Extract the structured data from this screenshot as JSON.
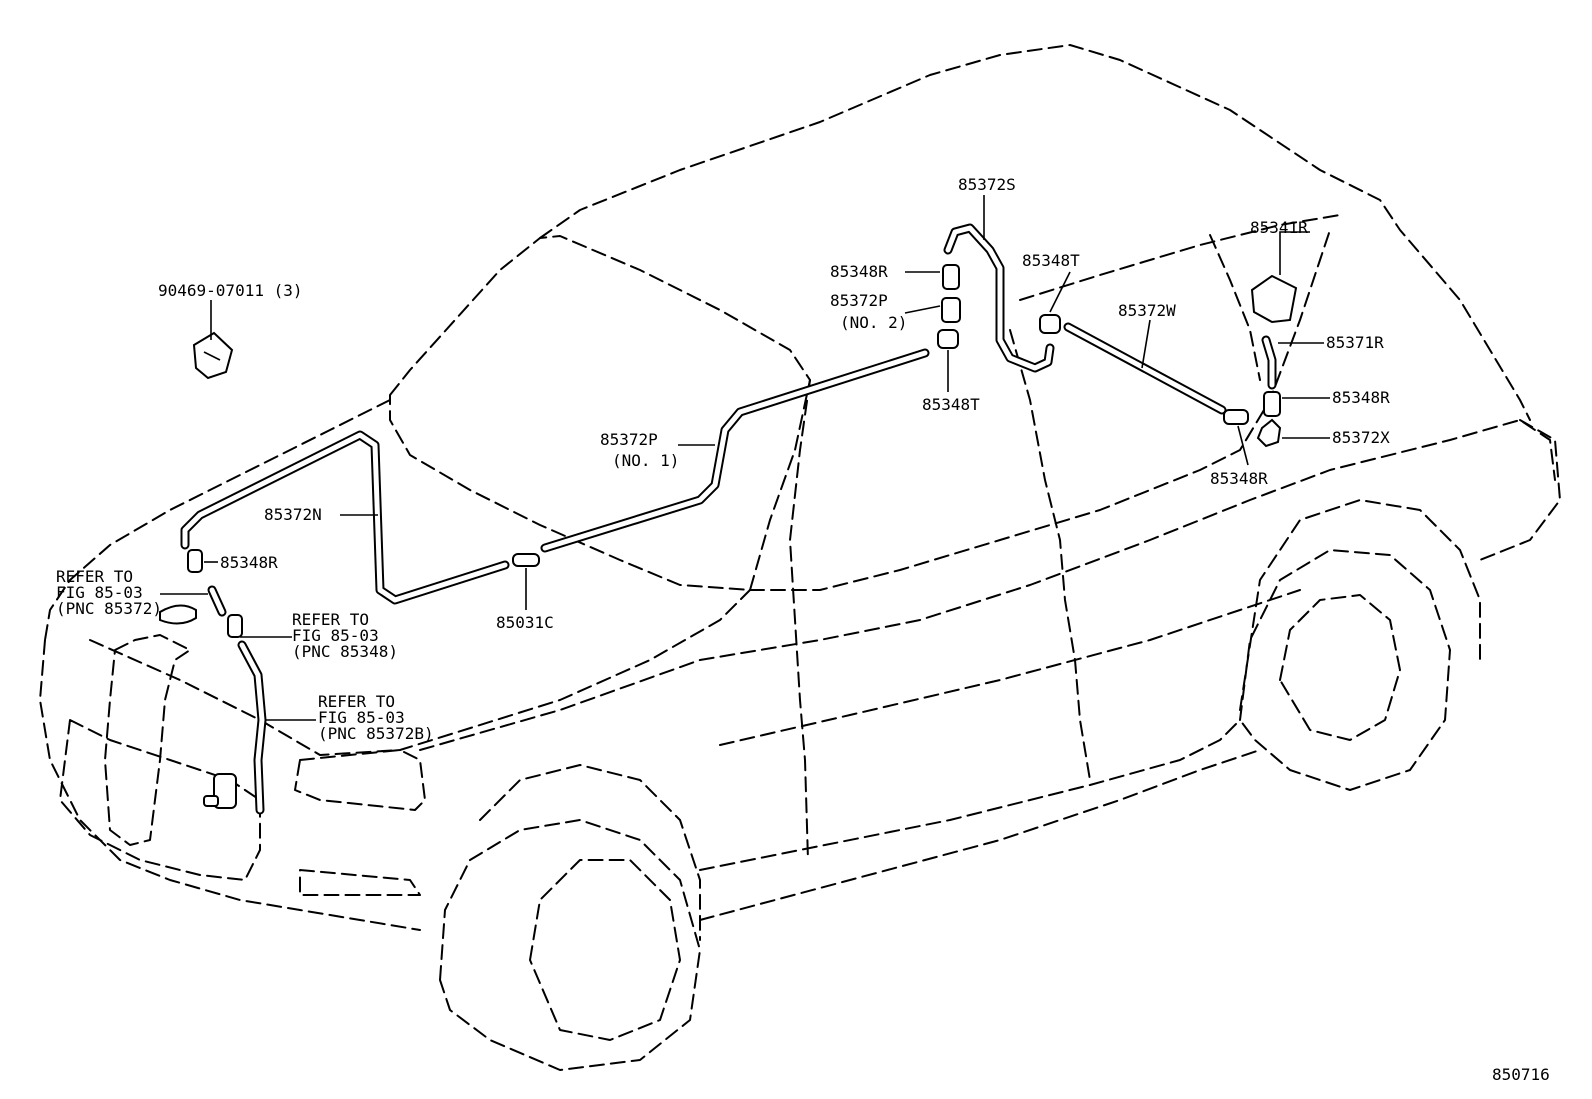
{
  "diagram": {
    "drawing_number": "850716",
    "labels": {
      "clip": "90469-07011 (3)",
      "hose_s": "85372S",
      "valve_r_top": "85348R",
      "hose_p2_a": "85372P",
      "hose_p2_b": "(NO. 2)",
      "valve_t_lower": "85348T",
      "valve_t_upper": "85348T",
      "hose_w": "85372W",
      "nozzle": "85341R",
      "hose_r": "85371R",
      "valve_r_right": "85348R",
      "hose_x": "85372X",
      "valve_r_mid": "85348R",
      "hose_p1_a": "85372P",
      "hose_p1_b": "(NO. 1)",
      "hose_n": "85372N",
      "valve_r_front": "85348R",
      "joint": "85031C",
      "ref1_a": "REFER TO",
      "ref1_b": "FIG 85-03",
      "ref1_c": "(PNC 85372)",
      "ref2_a": "REFER TO",
      "ref2_b": "FIG 85-03",
      "ref2_c": "(PNC 85348)",
      "ref3_a": "REFER TO",
      "ref3_b": "FIG 85-03",
      "ref3_c": "(PNC 85372B)"
    }
  }
}
